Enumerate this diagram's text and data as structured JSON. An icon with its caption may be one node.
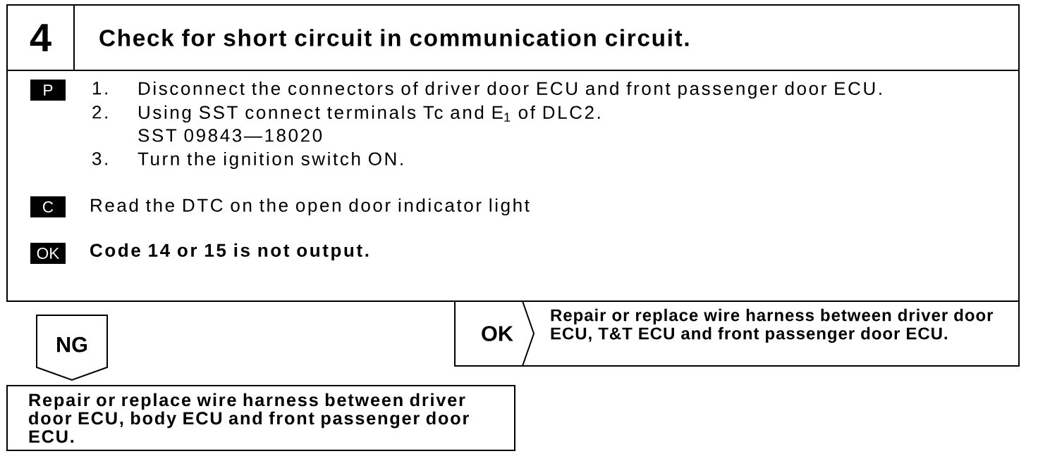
{
  "diagram": {
    "nodes": [
      {
        "text": [
          "4",
          "Check for short circuit in communication circuit."
        ]
      },
      {
        "text": [
          "1.",
          "Disconnect the connectors of driver door ECU and front passenger door ECU.",
          "2.",
          "Using SST connect terminals Tc and E$_{1}$ of DLC2.",
          "SST 09843—18020",
          "3.",
          "Turn the ignition switch ON.",
          "Read the DTC on the open door indicator light",
          "Code 14 or 15 is not output."
        ]
      },
      {
        "text": [
          "P"
        ],
        "in": 1
      },
      {
        "text": [
          "C"
        ],
        "in": 1
      },
      {
        "text": [
          "OK"
        ],
        "in": 1
      },
      {
        "text": [
          "NG"
        ]
      },
      {
        "text": [
          "Repair or replace wire harness between driver door ECU, body ECU and front passenger door ECU."
        ]
      },
      {
        "text": [
          "OK",
          "Repair or replace wire harness between driver door ECU, T&T ECU and front passenger door ECU."
        ]
      }
    ]
  }
}
